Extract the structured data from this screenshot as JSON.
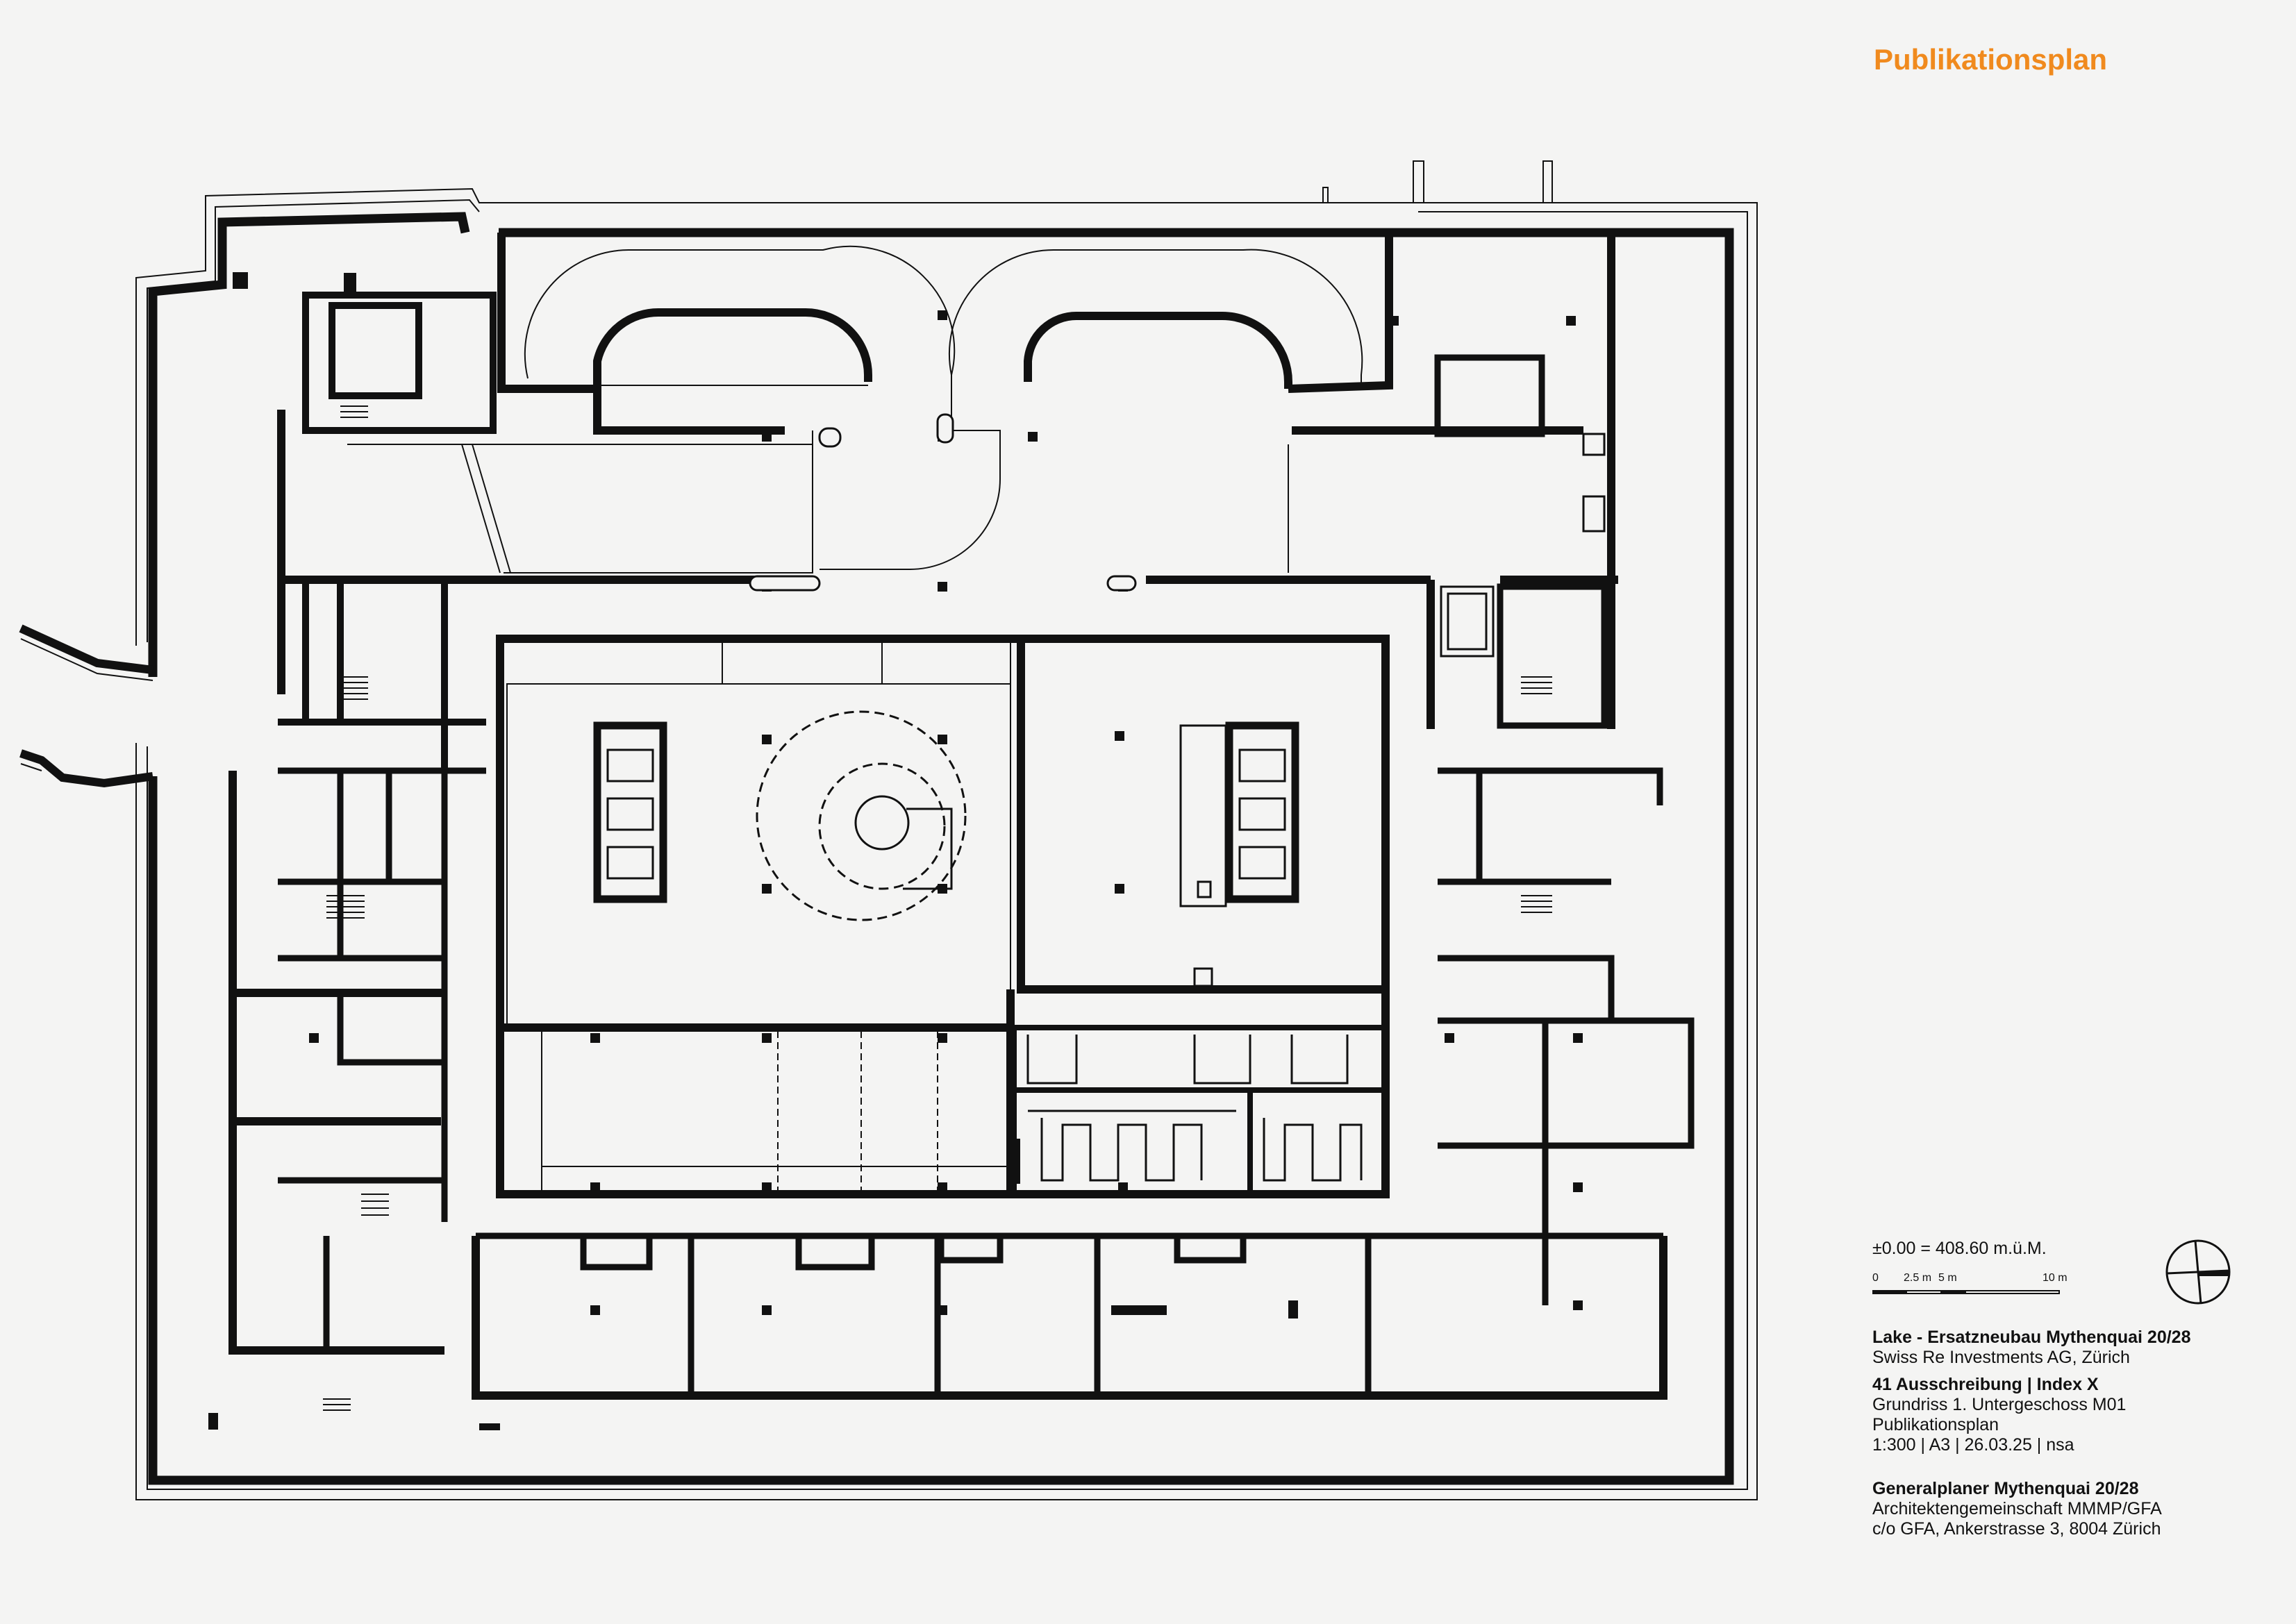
{
  "header": {
    "title": "Publikationsplan"
  },
  "elevation": "±0.00 = 408.60 m.ü.M.",
  "scale_bar": {
    "labels": [
      "0",
      "2.5 m",
      "5 m",
      "10 m"
    ]
  },
  "project": {
    "name": "Lake - Ersatzneubau Mythenquai 20/28",
    "client": "Swiss Re Investments AG, Zürich"
  },
  "phase": {
    "title": "41 Ausschreibung | Index X",
    "drawing": "Grundriss 1. Untergeschoss M01",
    "type": "Publikationsplan",
    "meta": "1:300  | A3 | 26.03.25 | nsa"
  },
  "planner": {
    "name": "Generalplaner Mythenquai 20/28",
    "office": "Architektengemeinschaft MMMP/GFA",
    "address": "c/o GFA, Ankerstrasse 3, 8004 Zürich"
  },
  "colors": {
    "accent": "#f08a1e",
    "wall": "#111111",
    "background": "#f4f4f3"
  }
}
